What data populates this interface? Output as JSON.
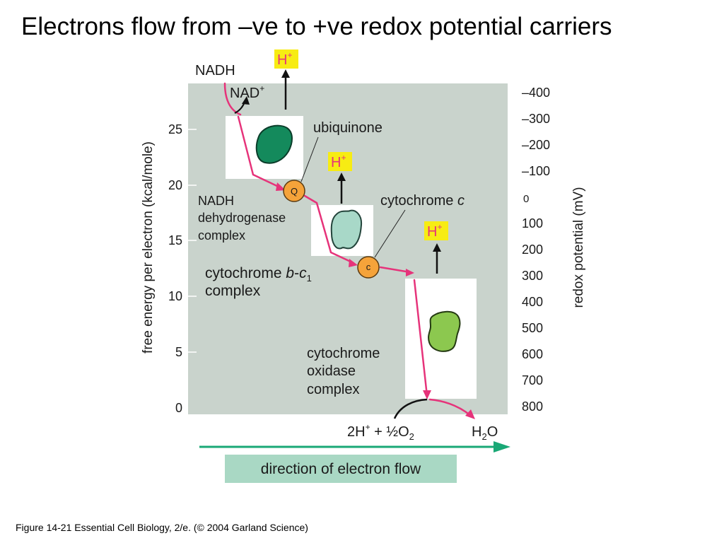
{
  "slide_title": "Electrons flow from –ve to +ve redox potential carriers",
  "left_axis": {
    "title": "free energy per electron (kcal/mole)",
    "ticks": [
      "25",
      "20",
      "15",
      "10",
      "5",
      "0"
    ]
  },
  "right_axis": {
    "title": "redox potential (mV)",
    "ticks": [
      "–400",
      "–300",
      "–200",
      "–100",
      "0",
      "100",
      "200",
      "300",
      "400",
      "500",
      "600",
      "700",
      "800"
    ]
  },
  "labels": {
    "nadh": "NADH",
    "nad_base": "NAD",
    "nad_sup": "+",
    "ubiquinone": "ubiquinone",
    "nadh_complex_1": "NADH",
    "nadh_complex_2": "dehydrogenase",
    "nadh_complex_3": "complex",
    "cytochrome_c_base": "cytochrome ",
    "cytochrome_c_italic": "c",
    "bc1_line1_base": "cytochrome ",
    "bc1_line1_b": "b",
    "bc1_line1_dash": "-",
    "bc1_line1_c": "c",
    "bc1_line1_sub": "1",
    "bc1_line2": "complex",
    "oxidase_1": "cytochrome",
    "oxidase_2": "oxidase",
    "oxidase_3": "complex",
    "q_carrier": "Q",
    "c_carrier": "c",
    "proton_base": "H",
    "proton_sup": "+",
    "reactants_pre": "2H",
    "reactants_sup": "+",
    "reactants_mid": " + ½O",
    "reactants_sub": "2",
    "water_h": "H",
    "water_sub": "2",
    "water_o": "O"
  },
  "direction_label": "direction of electron flow",
  "caption": "Figure 14-21  Essential Cell Biology, 2/e. (© 2004 Garland Science)",
  "colors": {
    "background_panel": "#c9d3cc",
    "electron_path": "#e6337a",
    "arrow_green": "#1aa876",
    "direction_box": "#a9d8c4",
    "proton_box": "#f7ec13",
    "proton_text": "#e6337a",
    "carrier_orange": "#f5a33a",
    "complex1_fill": "#148a5c",
    "complex3_fill": "#a8d8c8",
    "complex4_fill": "#8cc84f"
  }
}
